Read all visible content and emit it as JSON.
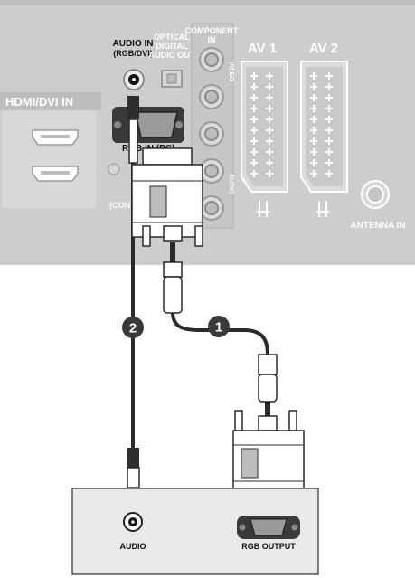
{
  "tv_panel": {
    "audio_in_line1": "AUDIO IN",
    "audio_in_line2": "(RGB/DVI)",
    "optical_line1": "OPTICAL",
    "optical_line2": "DIGITAL",
    "optical_line3": "AUDIO OUT",
    "component_line1": "COMPONENT",
    "component_line2": "IN",
    "component_video": "VIDEO",
    "component_audio": "AUDIO",
    "hdmi_label": "HDMI/DVI IN",
    "rgb_in_label": "RGB IN (PC)",
    "control_label": "(CONTROL",
    "av1_label": "AV 1",
    "av2_label": "AV 2",
    "antenna_label": "ANTENNA IN"
  },
  "steps": {
    "step1": "1",
    "step2": "2"
  },
  "source_device": {
    "audio_label": "AUDIO",
    "rgb_output_label": "RGB OUTPUT"
  },
  "colors": {
    "panel_bg": "#cbcbcb",
    "panel_light": "#dedede",
    "label_white": "#ffffff",
    "cable": "#2a2a2a",
    "step_badge": "#3a3a3a",
    "device_bg": "#e9e9e9"
  }
}
